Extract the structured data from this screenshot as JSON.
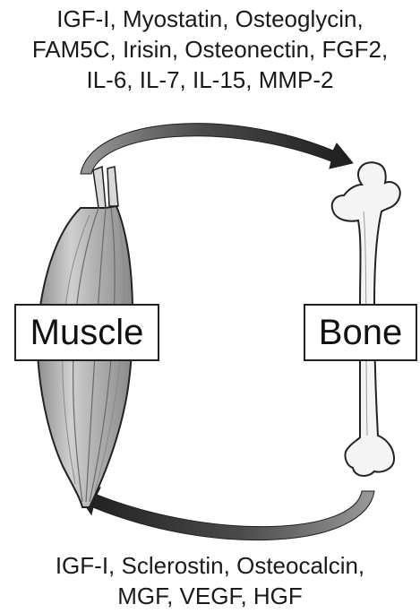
{
  "top_factors": {
    "line1": "IGF-I, Myostatin, Osteoglycin,",
    "line2": "FAM5C, Irisin, Osteonectin, FGF2,",
    "line3": "IL-6, IL-7, IL-15, MMP-2"
  },
  "bottom_factors": {
    "line1": "IGF-I, Sclerostin, Osteocalcin,",
    "line2": "MGF, VEGF, HGF"
  },
  "labels": {
    "muscle": "Muscle",
    "bone": "Bone"
  },
  "colors": {
    "text": "#1a1a1a",
    "arrow_dark": "#1e1e1e",
    "arrow_light": "#9a9a9a",
    "muscle_fill": "#b8b8b8",
    "bone_fill": "#f4f4f4",
    "outline": "#222222"
  }
}
